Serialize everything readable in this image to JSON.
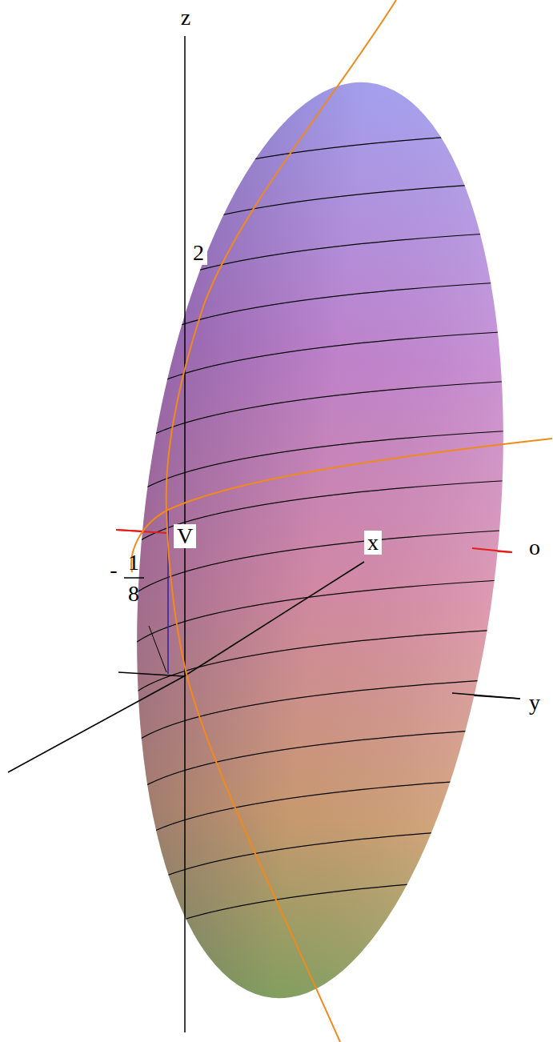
{
  "diagram": {
    "labels": [
      "z",
      "2",
      "V",
      "o",
      "x",
      "y",
      "-",
      "1",
      "8"
    ]
  }
}
